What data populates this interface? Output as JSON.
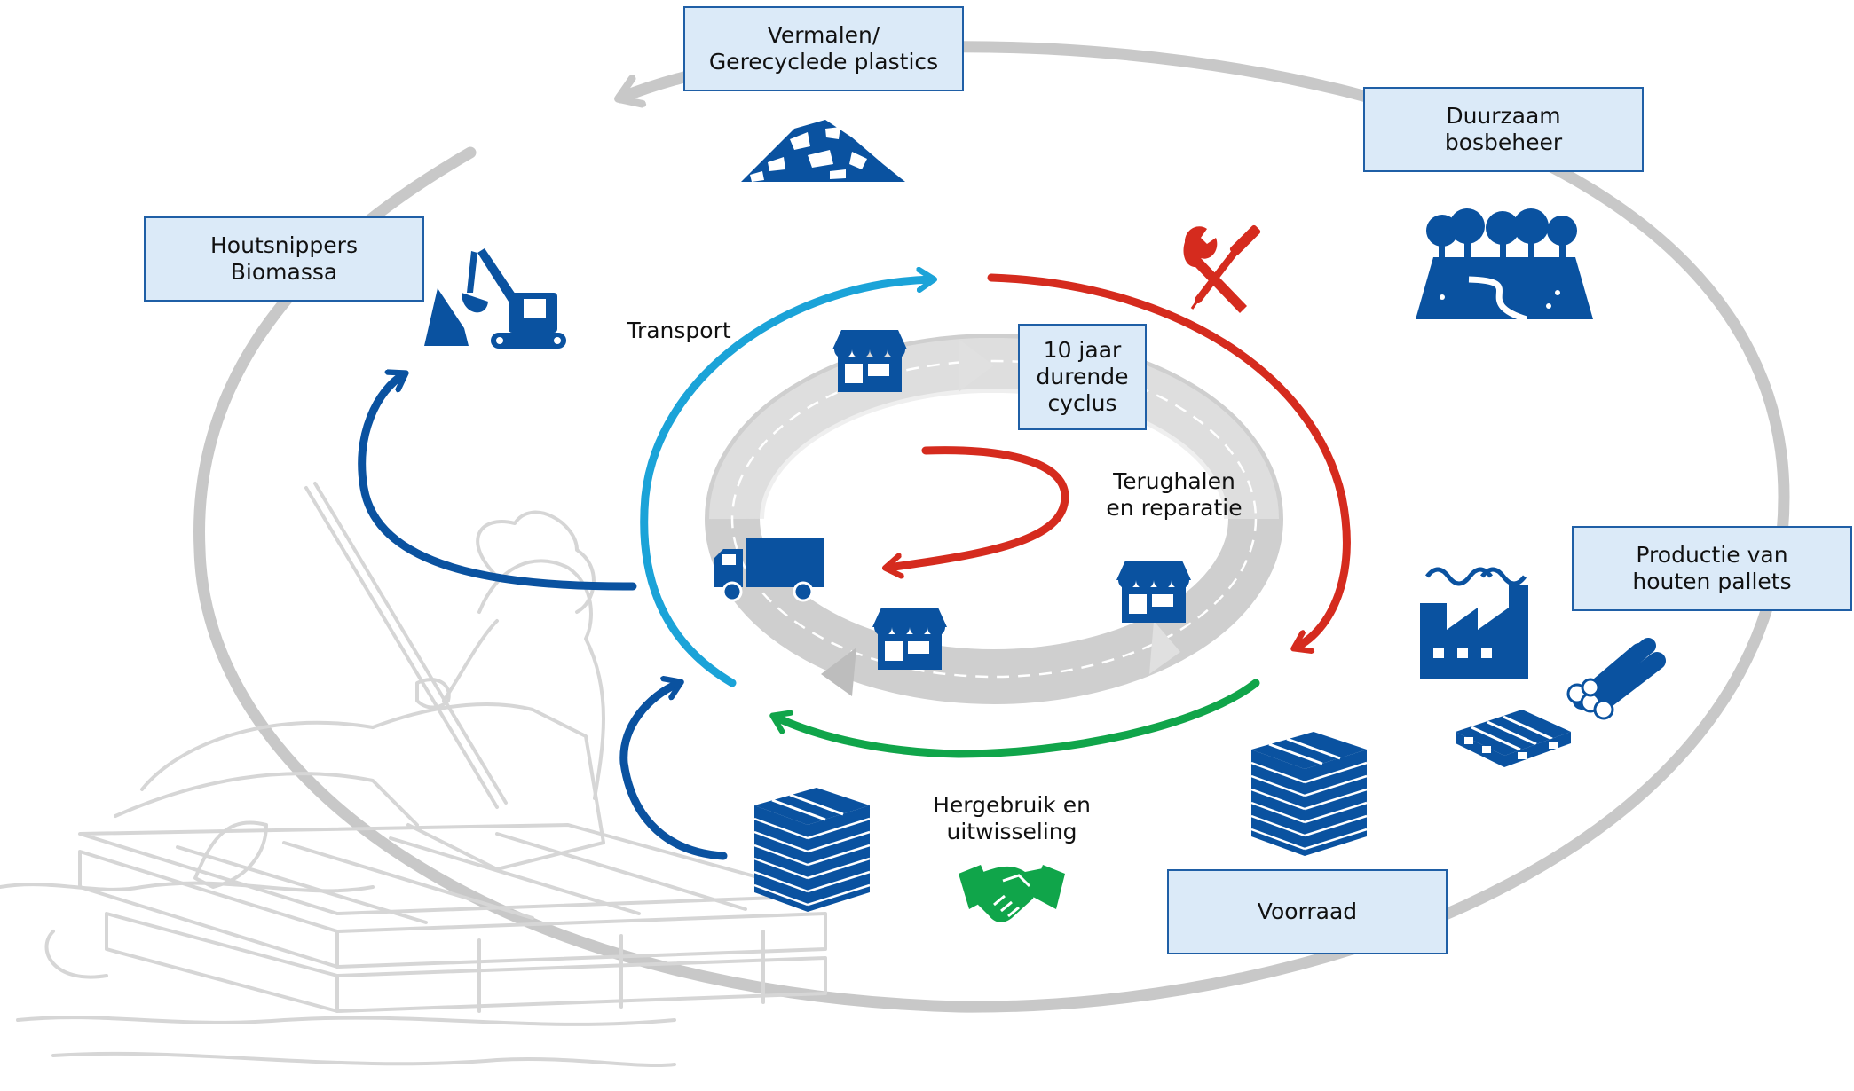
{
  "boxes": {
    "plastics": "Vermalen/\nGerecyclede plastics",
    "forest": "Duurzaam\nbosbeheer",
    "biomass": "Houtsnippers\nBiomassa",
    "cycle": "10 jaar\ndurende\ncyclus",
    "production": "Productie van\nhouten pallets",
    "stock": "Voorraad"
  },
  "labels": {
    "transport": "Transport",
    "repair": "Terughalen\nen reparatie",
    "reuse": "Hergebruik en\nuitwisseling"
  },
  "colors": {
    "dark_blue": "#0a52a0",
    "light_blue": "#1ba3d8",
    "red": "#d52b1e",
    "green": "#10a54a",
    "grey": "#c8c8c8",
    "box_fill": "#dbeaf8"
  },
  "icons": [
    "recycled-plastic-pile-icon",
    "forest-icon",
    "excavator-icon",
    "tools-icon",
    "shop-icon",
    "truck-icon",
    "factory-icon",
    "logs-icon",
    "pallet-icon",
    "pallet-stack-icon",
    "handshake-icon"
  ]
}
